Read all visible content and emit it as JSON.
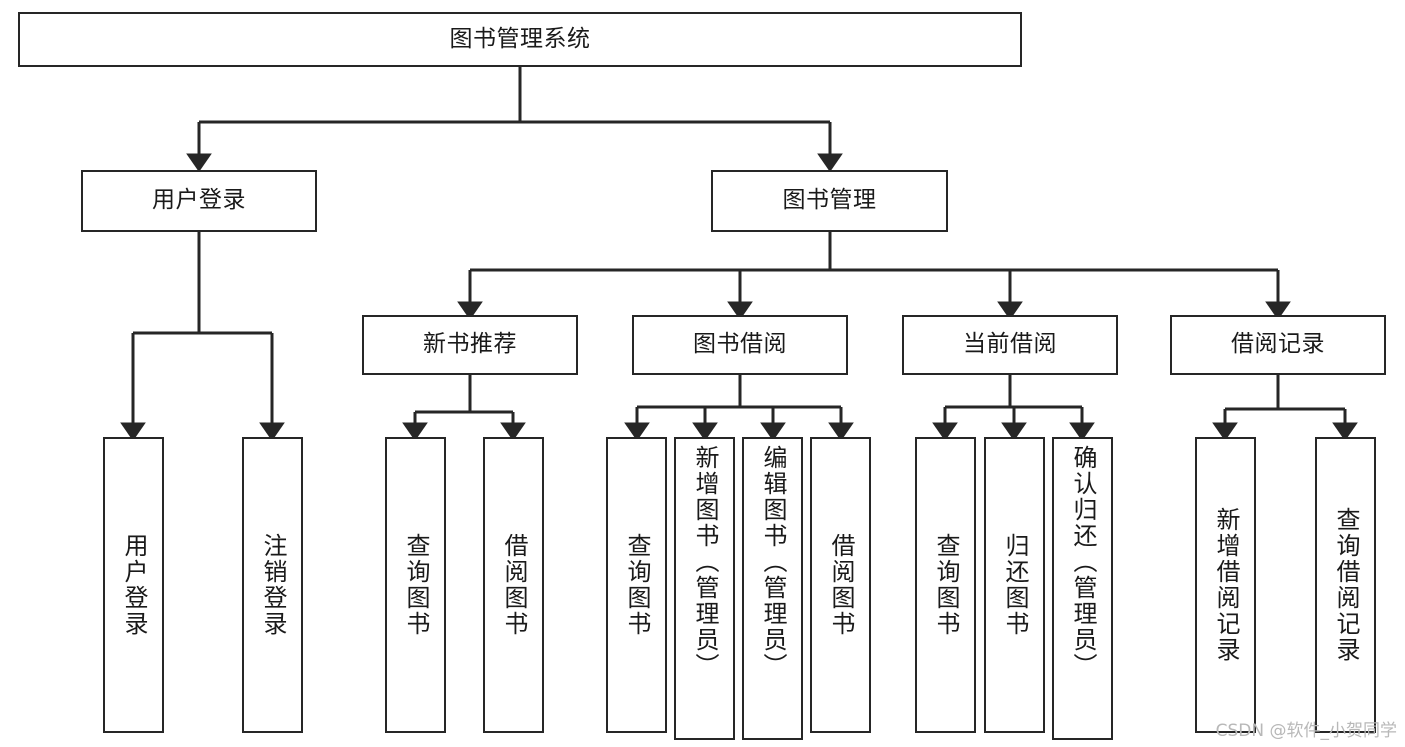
{
  "diagram": {
    "type": "tree-structure-chart",
    "title": "图书管理系统",
    "colors": {
      "box_border": "#262626",
      "box_fill": "#ffffff",
      "edge": "#262626",
      "text": "#1a1a1a",
      "watermark": "#b8b8b8"
    },
    "watermark": "CSDN @软件_小贺同学",
    "levels": {
      "root": {
        "label": "图书管理系统"
      },
      "level2": [
        {
          "id": "user-login",
          "label": "用户登录"
        },
        {
          "id": "book-management",
          "label": "图书管理"
        }
      ],
      "level3": [
        {
          "id": "new-book-recommend",
          "label": "新书推荐"
        },
        {
          "id": "book-borrow",
          "label": "图书借阅"
        },
        {
          "id": "current-borrow",
          "label": "当前借阅"
        },
        {
          "id": "borrow-record",
          "label": "借阅记录"
        }
      ],
      "leaves": {
        "user_login": [
          {
            "id": "leaf-user-login",
            "label": "用户登录"
          },
          {
            "id": "leaf-logout-login",
            "label": "注销登录"
          }
        ],
        "new_book_recommend": [
          {
            "id": "leaf-query-book-1",
            "label": "查询图书"
          },
          {
            "id": "leaf-borrow-book-1",
            "label": "借阅图书"
          }
        ],
        "book_borrow": [
          {
            "id": "leaf-query-book-2",
            "label": "查询图书"
          },
          {
            "id": "leaf-add-book",
            "label": "新增图书（管理员）"
          },
          {
            "id": "leaf-edit-book",
            "label": "编辑图书（管理员）"
          },
          {
            "id": "leaf-borrow-book-2",
            "label": "借阅图书"
          }
        ],
        "current_borrow": [
          {
            "id": "leaf-query-book-3",
            "label": "查询图书"
          },
          {
            "id": "leaf-return-book",
            "label": "归还图书"
          },
          {
            "id": "leaf-confirm-return",
            "label": "确认归还（管理员）"
          }
        ],
        "borrow_record": [
          {
            "id": "leaf-add-record",
            "label": "新增借阅记录"
          },
          {
            "id": "leaf-query-record",
            "label": "查询借阅记录"
          }
        ]
      }
    }
  }
}
